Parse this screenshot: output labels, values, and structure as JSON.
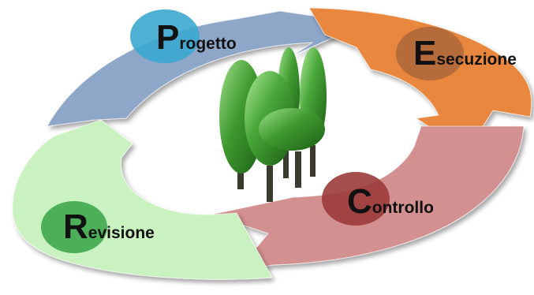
{
  "cycle": {
    "steps": [
      {
        "initial": "P",
        "rest": "rogetto",
        "word": "Progetto",
        "arrow_color": "#8ea7c9",
        "circle_color": "#3ba9cf"
      },
      {
        "initial": "E",
        "rest": "secuzione",
        "word": "Esecuzione",
        "arrow_color": "#e8873c",
        "circle_color": "#b0683a"
      },
      {
        "initial": "C",
        "rest": "ontrollo",
        "word": "Controllo",
        "arrow_color": "#d39090",
        "circle_color": "#9b3b3b"
      },
      {
        "initial": "R",
        "rest": "evisione",
        "word": "Revisione",
        "arrow_color": "#c9f2c0",
        "circle_color": "#3fa84e"
      }
    ],
    "center_icon": "trees-icon",
    "tree_colors": {
      "leaf_light": "#58b548",
      "leaf_dark": "#1f6b19",
      "trunk": "#3a3a2e"
    }
  }
}
